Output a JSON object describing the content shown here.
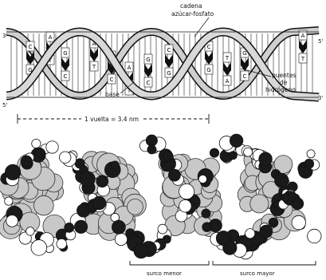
{
  "labels": {
    "backbone_line1": "cadena",
    "backbone_line2": "azúcar-fosfato",
    "hbond_line1": "puentes",
    "hbond_line2": "de",
    "hbond_line3": "hidrógeno",
    "base": "base",
    "turn": "1 vuelta = 3.4 nm",
    "groove_minor": "surco menor",
    "groove_major": "surco mayor",
    "end_top_left": "3'",
    "end_bottom_left": "5'",
    "end_top_right": "5'",
    "end_bottom_right": "3'"
  },
  "base_pairs": [
    {
      "top": "C",
      "bottom": "G"
    },
    {
      "top": "A",
      "bottom": "T"
    },
    {
      "top": "G",
      "bottom": "C"
    },
    {
      "top": "A",
      "bottom": "T"
    },
    {
      "top": "G",
      "bottom": "C"
    },
    {
      "top": "A",
      "bottom": "T"
    },
    {
      "top": "G",
      "bottom": "C"
    },
    {
      "top": "C",
      "bottom": "G"
    },
    {
      "top": "C",
      "bottom": "G"
    },
    {
      "top": "T",
      "bottom": "A"
    },
    {
      "top": "G",
      "bottom": "C"
    },
    {
      "top": "A",
      "bottom": "T"
    }
  ],
  "colors": {
    "ink": "#111111",
    "ribbon_fill": "#cfcfcf",
    "atom_light": "#c8c8c8",
    "atom_dark": "#1a1a1a",
    "atom_white": "#ffffff"
  }
}
